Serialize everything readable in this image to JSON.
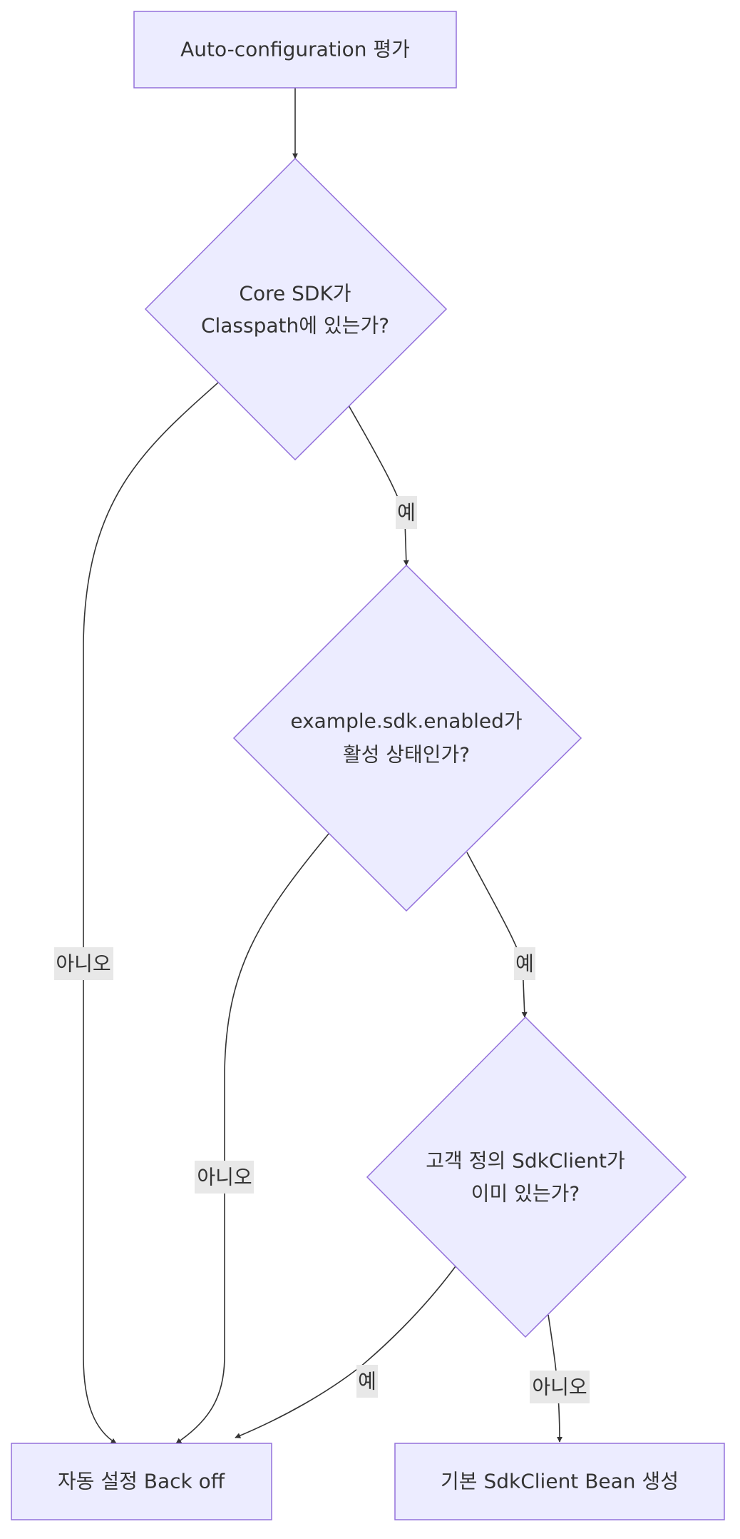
{
  "nodes": {
    "start": {
      "label": "Auto-configuration 평가"
    },
    "check_sdk": {
      "line1": "Core SDK가",
      "line2": "Classpath에 있는가?"
    },
    "check_enabled": {
      "line1": "example.sdk.enabled가",
      "line2": "활성 상태인가?"
    },
    "check_custom": {
      "line1": "고객 정의 SdkClient가",
      "line2": "이미 있는가?"
    },
    "back_off": {
      "label": "자동 설정 Back off"
    },
    "create_bean": {
      "label": "기본 SdkClient Bean 생성"
    }
  },
  "edges": {
    "sdk_yes": "예",
    "sdk_no": "아니오",
    "enabled_yes": "예",
    "enabled_no": "아니오",
    "custom_yes": "예",
    "custom_no": "아니오"
  },
  "colors": {
    "node_fill": "#ececff",
    "node_stroke": "#9370db",
    "edge": "#333333",
    "label_bg": "#e8e8e8",
    "text": "#333333"
  }
}
